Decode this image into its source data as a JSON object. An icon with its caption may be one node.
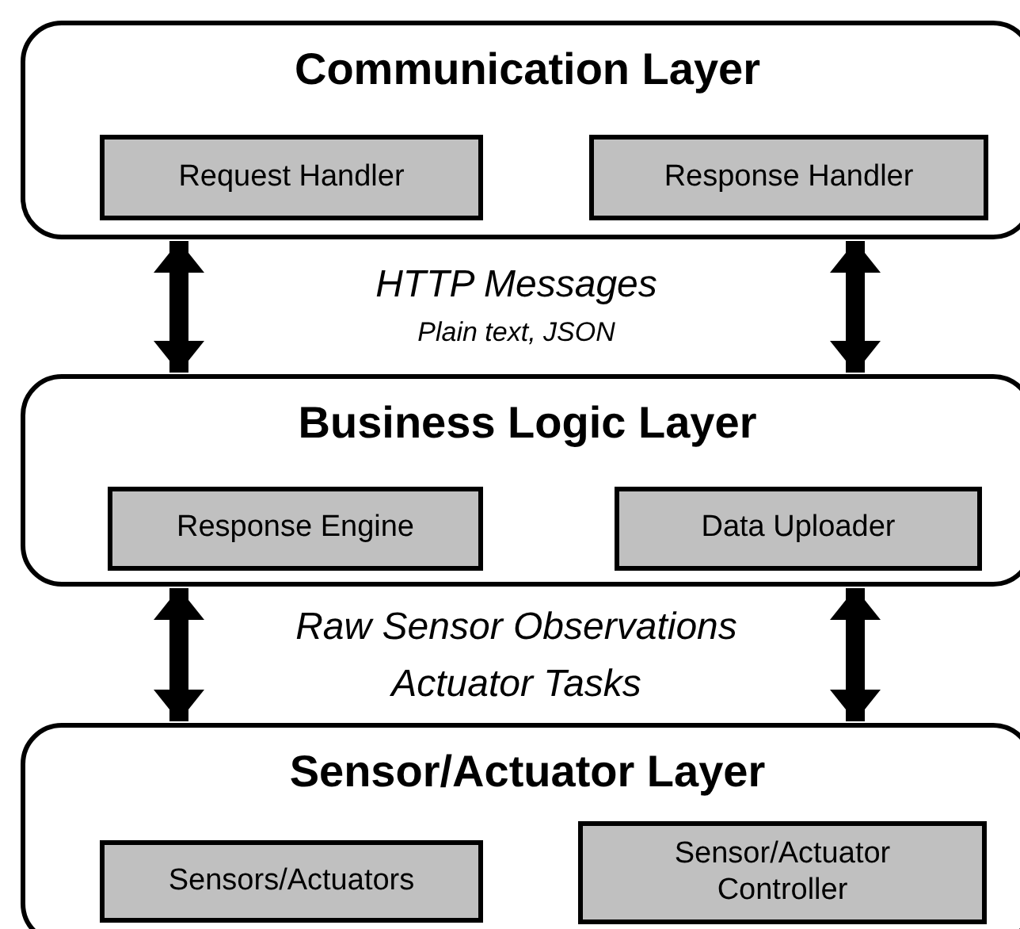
{
  "diagram": {
    "nodes": [
      {
        "text": [
          "Communication Layer"
        ]
      },
      {
        "text": [
          "Request Handler"
        ],
        "in": 0
      },
      {
        "text": [
          "Response Handler"
        ],
        "in": 0
      },
      {
        "text": [
          "Business Logic Layer"
        ]
      },
      {
        "text": [
          "Response Engine"
        ],
        "in": 3
      },
      {
        "text": [
          "Data Uploader"
        ],
        "in": 3
      },
      {
        "text": [
          "Sensor/Actuator Layer"
        ]
      },
      {
        "text": [
          "Sensors/Actuators"
        ],
        "in": 6
      },
      {
        "text": [
          "Sensor/Actuator Controller"
        ],
        "in": 6
      }
    ],
    "edges": [
      {
        "from": 0,
        "to": 3,
        "arrow": "both"
      },
      {
        "from": 0,
        "to": 3,
        "arrow": "both"
      },
      {
        "from": 3,
        "to": 6,
        "arrow": "both"
      },
      {
        "from": 3,
        "to": 6,
        "arrow": "both"
      }
    ],
    "labels": [
      "HTTP Messages",
      "Plain text, JSON",
      "Raw Sensor Observations",
      "Actuator Tasks"
    ]
  }
}
